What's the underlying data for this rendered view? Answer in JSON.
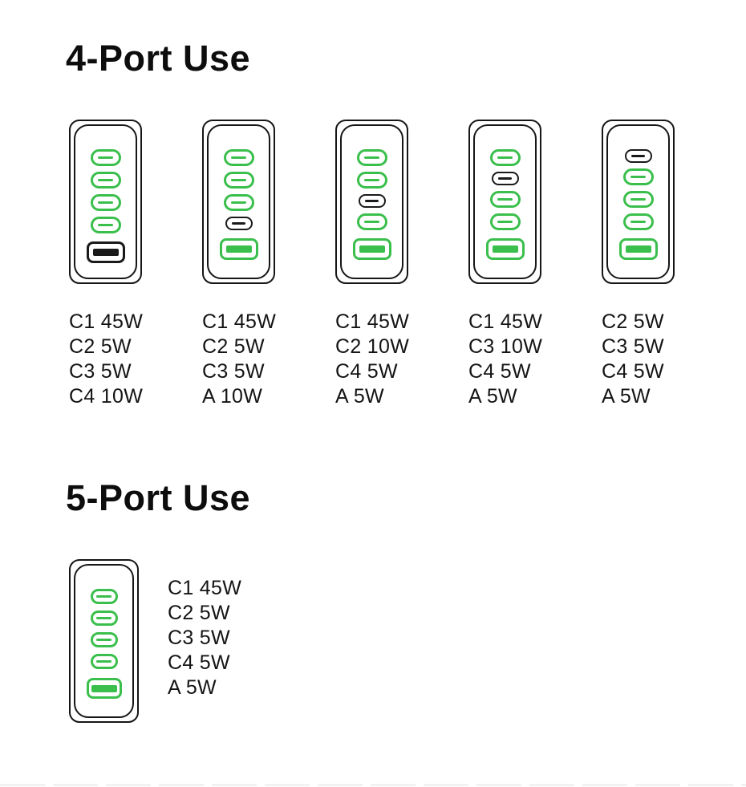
{
  "colors": {
    "green": "#3abf4c",
    "dark": "#1a1a1a",
    "divider": "#f2f2f2"
  },
  "sections": [
    {
      "id": "four-port-use",
      "title": "4-Port Use",
      "layout": "labels-below",
      "chargers": [
        {
          "ports": [
            {
              "type": "c",
              "active": true
            },
            {
              "type": "c",
              "active": true
            },
            {
              "type": "c",
              "active": true
            },
            {
              "type": "c",
              "active": true
            },
            {
              "type": "a",
              "active": false
            }
          ],
          "labels": [
            "C1 45W",
            "C2 5W",
            "C3 5W",
            "C4 10W"
          ]
        },
        {
          "ports": [
            {
              "type": "c",
              "active": true
            },
            {
              "type": "c",
              "active": true
            },
            {
              "type": "c",
              "active": true
            },
            {
              "type": "c",
              "active": false
            },
            {
              "type": "a",
              "active": true
            }
          ],
          "labels": [
            "C1 45W",
            "C2 5W",
            "C3 5W",
            "A 10W"
          ]
        },
        {
          "ports": [
            {
              "type": "c",
              "active": true
            },
            {
              "type": "c",
              "active": true
            },
            {
              "type": "c",
              "active": false
            },
            {
              "type": "c",
              "active": true
            },
            {
              "type": "a",
              "active": true
            }
          ],
          "labels": [
            "C1 45W",
            "C2 10W",
            "C4 5W",
            "A 5W"
          ]
        },
        {
          "ports": [
            {
              "type": "c",
              "active": true
            },
            {
              "type": "c",
              "active": false
            },
            {
              "type": "c",
              "active": true
            },
            {
              "type": "c",
              "active": true
            },
            {
              "type": "a",
              "active": true
            }
          ],
          "labels": [
            "C1 45W",
            "C3 10W",
            "C4 5W",
            "A 5W"
          ]
        },
        {
          "ports": [
            {
              "type": "c",
              "active": false
            },
            {
              "type": "c",
              "active": true
            },
            {
              "type": "c",
              "active": true
            },
            {
              "type": "c",
              "active": true
            },
            {
              "type": "a",
              "active": true
            }
          ],
          "labels": [
            "C2 5W",
            "C3 5W",
            "C4 5W",
            "A 5W"
          ]
        }
      ]
    },
    {
      "id": "five-port-use",
      "title": "5-Port Use",
      "layout": "labels-right",
      "chargers": [
        {
          "ports": [
            {
              "type": "c",
              "active": true
            },
            {
              "type": "c",
              "active": true
            },
            {
              "type": "c",
              "active": true
            },
            {
              "type": "c",
              "active": true
            },
            {
              "type": "a",
              "active": true
            }
          ],
          "labels": [
            "C1 45W",
            "C2 5W",
            "C3 5W",
            "C4 5W",
            "A 5W"
          ]
        }
      ]
    }
  ]
}
